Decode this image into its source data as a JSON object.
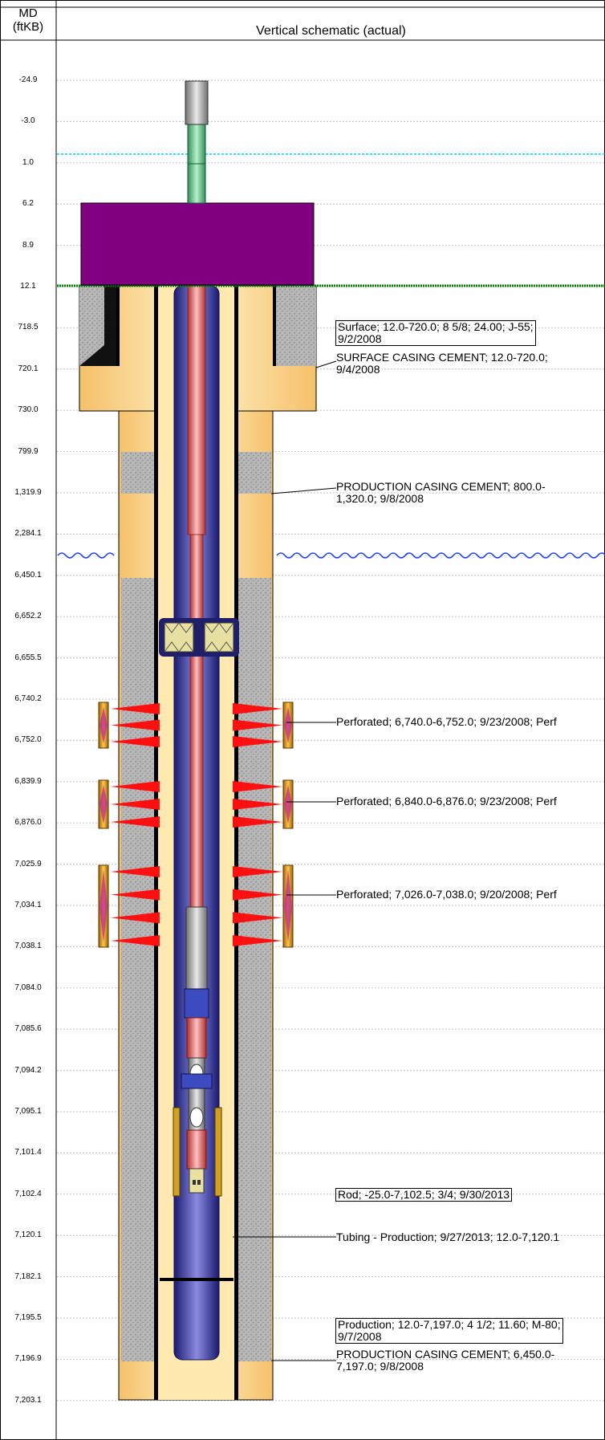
{
  "header": {
    "md_label_line1": "MD",
    "md_label_line2": "(ftKB)",
    "schematic_title": "Vertical schematic (actual)"
  },
  "depths": [
    "-24.9",
    "-3.0",
    "1.0",
    "6.2",
    "8.9",
    "12.1",
    "718.5",
    "720.1",
    "730.0",
    "799.9",
    "1,319.9",
    "2,284.1",
    "6,450.1",
    "6,652.2",
    "6,655.5",
    "6,740.2",
    "6,752.0",
    "6,839.9",
    "6,876.0",
    "7,025.9",
    "7,034.1",
    "7,038.1",
    "7,084.0",
    "7,085.6",
    "7,094.2",
    "7,095.1",
    "7,101.4",
    "7,102.4",
    "7,120.1",
    "7,182.1",
    "7,195.5",
    "7,196.9",
    "7,203.1"
  ],
  "annotations": {
    "surface_casing": "Surface; 12.0-720.0; 8 5/8; 24.00; J-55;\n9/2/2008",
    "surface_cement": "SURFACE CASING CEMENT; 12.0-720.0;\n9/4/2008",
    "production_cement_1": "PRODUCTION CASING CEMENT; 800.0-\n1,320.0; 9/8/2008",
    "perf_1": "Perforated; 6,740.0-6,752.0; 9/23/2008; Perf",
    "perf_2": "Perforated; 6,840.0-6,876.0; 9/23/2008; Perf",
    "perf_3": "Perforated; 7,026.0-7,038.0; 9/20/2008; Perf",
    "rod": "Rod; -25.0-7,102.5; 3/4; 9/30/2013",
    "tubing": "Tubing - Production; 9/27/2013; 12.0-7,120.1",
    "production_casing": "Production; 12.0-7,197.0; 4 1/2; 11.60; M-80;\n9/7/2008",
    "production_cement_2": "PRODUCTION CASING CEMENT; 6,450.0-\n7,197.0; 9/8/2008"
  },
  "colors": {
    "casing_fill": "#ffe29a",
    "cement": "#b4b4b4",
    "wellhead": "#800080",
    "tubing": "#3636a8",
    "rod": "#d86a6a",
    "polished_rod": "#5fbf8a",
    "perf": "#ff0000",
    "water_line": "#00c0ff",
    "ground": "#008000"
  }
}
